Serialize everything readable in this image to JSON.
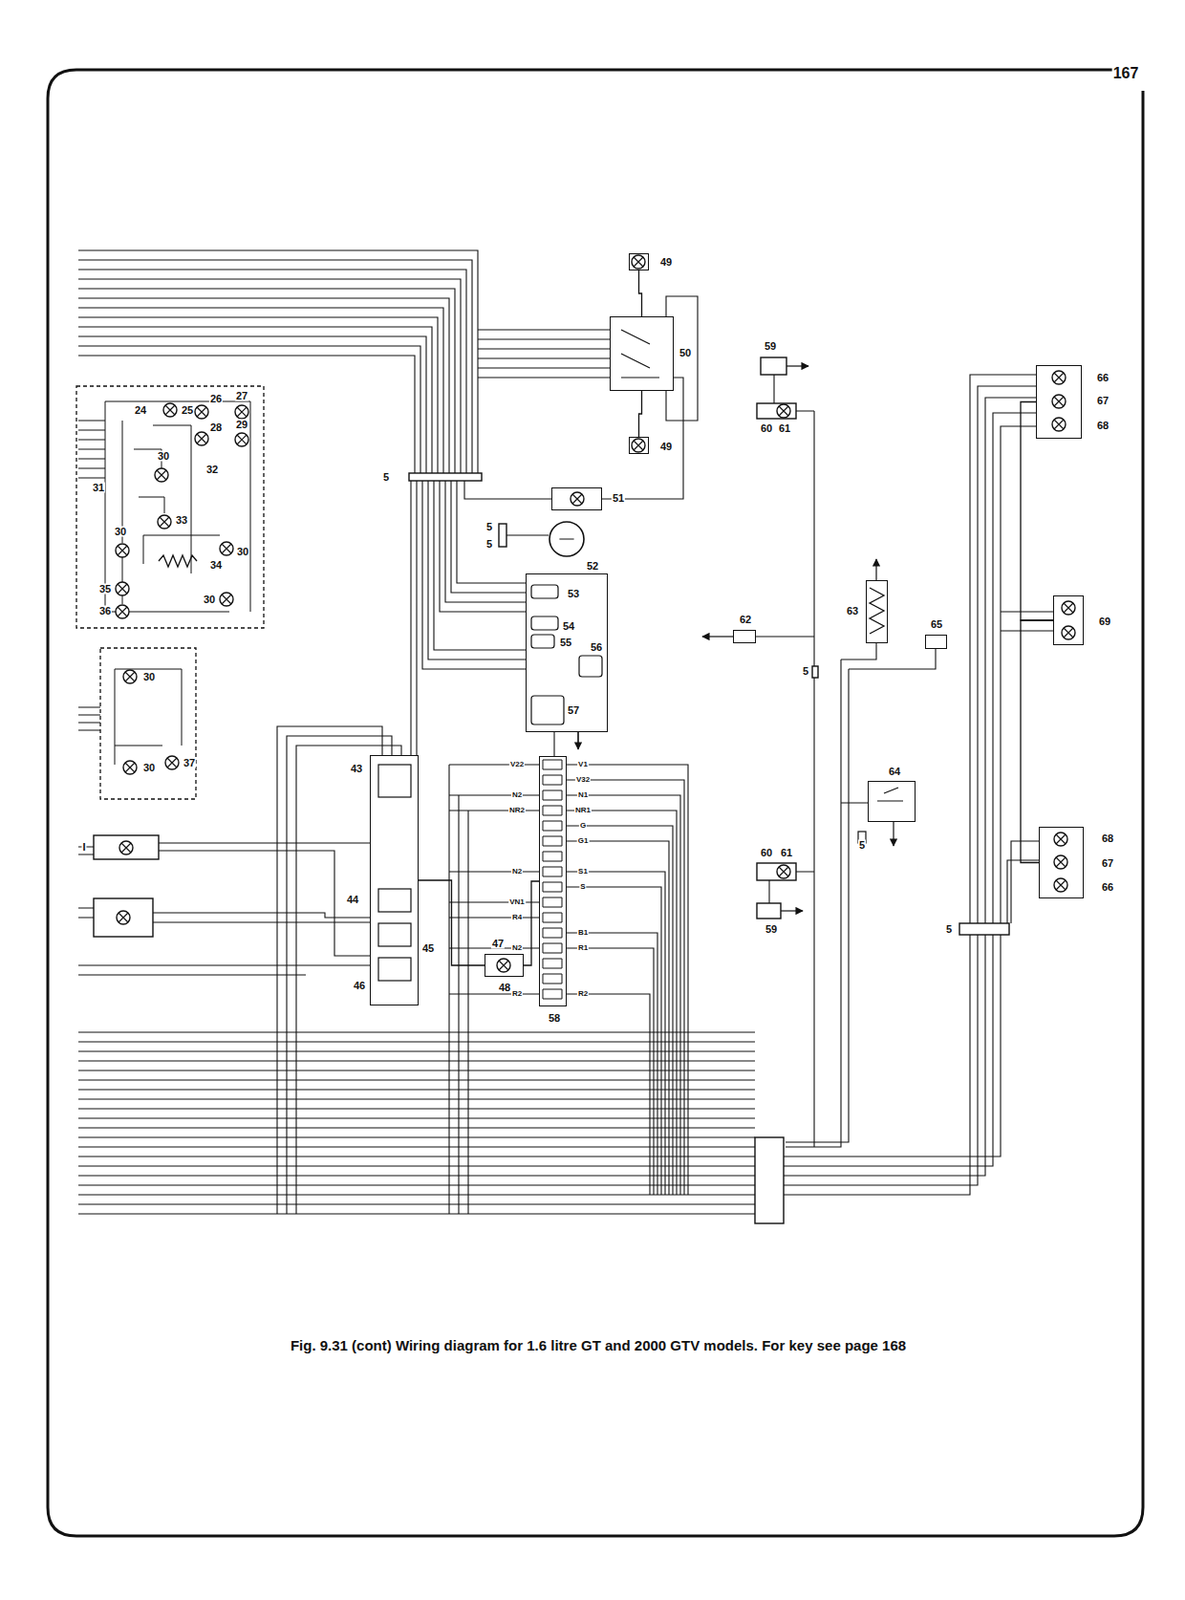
{
  "diagram": {
    "caption": "Fig. 9.31 (cont) Wiring diagram for 1.6 litre GT and 2000 GTV models. For key see page 168",
    "nodes": [
      {
        "text": [
          "49"
        ]
      },
      {
        "text": [
          "50"
        ]
      },
      {
        "text": [
          "49"
        ]
      },
      {
        "text": [
          "51"
        ]
      },
      {
        "text": [
          "52"
        ]
      },
      {
        "text": [
          "53",
          "54",
          "55",
          "56",
          "57"
        ]
      },
      {
        "text": [
          "43",
          "44",
          "45",
          "46"
        ]
      },
      {
        "text": [
          "47",
          "48"
        ]
      },
      {
        "text": [
          "58"
        ]
      },
      {
        "text": [
          "64"
        ]
      },
      {
        "text": [
          "63"
        ]
      },
      {
        "text": [
          "66",
          "67",
          "68"
        ]
      },
      {
        "text": [
          "69"
        ]
      },
      {
        "text": [
          "68",
          "67",
          "66"
        ]
      },
      {
        "text": [
          "62"
        ]
      },
      {
        "text": [
          "65"
        ]
      }
    ],
    "edges": [
      {
        "from": 0,
        "to": 1,
        "arrow": "none"
      },
      {
        "from": 1,
        "to": 2,
        "arrow": "none"
      },
      {
        "from": 6,
        "to": 7,
        "arrow": "none"
      },
      {
        "from": 7,
        "to": 8,
        "arrow": "none"
      },
      {
        "from": 11,
        "to": 12,
        "arrow": "none"
      },
      {
        "from": 12,
        "to": 13,
        "arrow": "none"
      }
    ],
    "labels": [
      "167",
      "24",
      "25",
      "26",
      "27",
      "28",
      "29",
      "30",
      "31",
      "32",
      "33",
      "30",
      "34",
      "30",
      "35",
      "36",
      "30",
      "30",
      "30",
      "37",
      "I",
      "5",
      "5",
      "5",
      "59",
      "60",
      "61",
      "5",
      "60",
      "61",
      "59",
      "5",
      "5",
      "V22",
      "N2",
      "NR2",
      "N2",
      "VN1",
      "R4",
      "N2",
      "R2",
      "V1",
      "V32",
      "N1",
      "NR1",
      "G",
      "G1",
      "S1",
      "S",
      "B1",
      "R1",
      "R2"
    ]
  }
}
